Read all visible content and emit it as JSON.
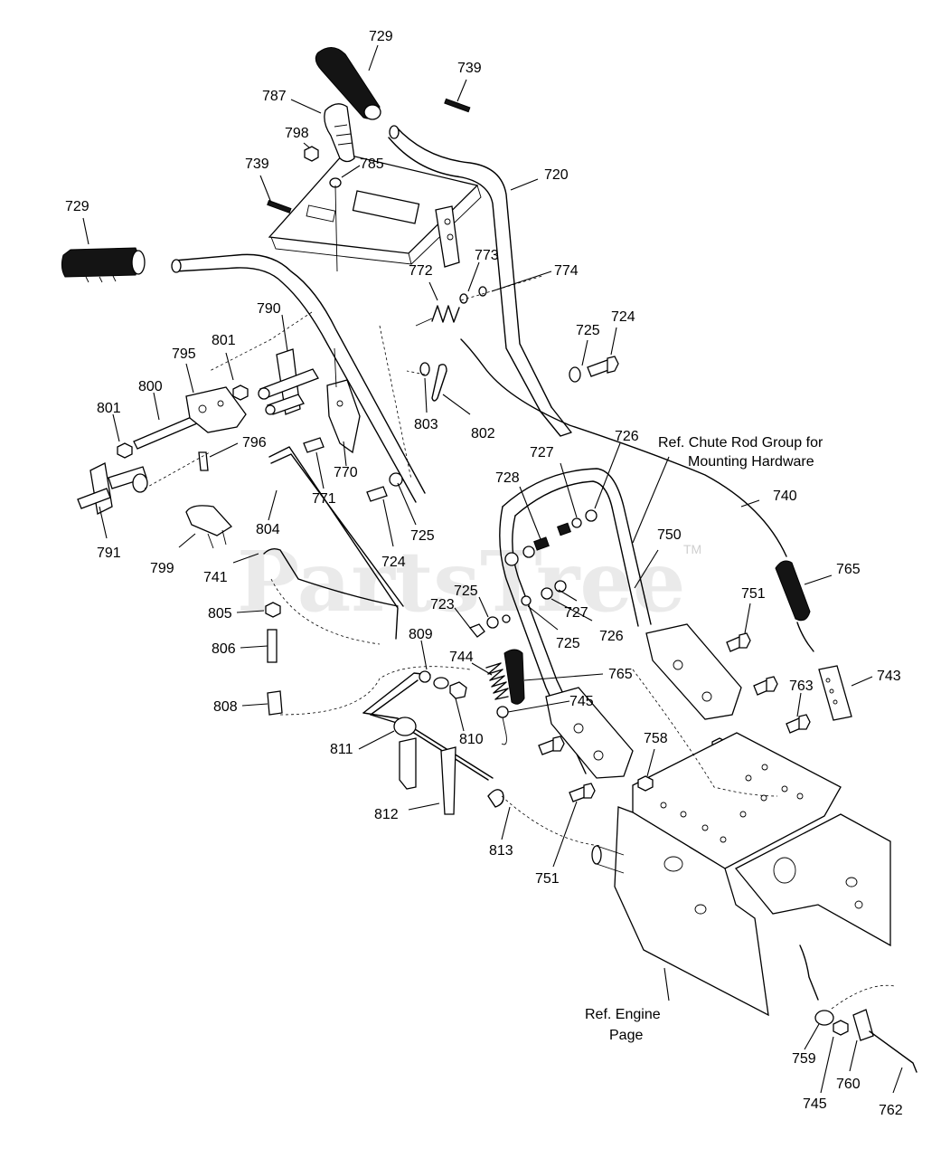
{
  "watermark": {
    "text": "PartsTree",
    "trademark": "TM"
  },
  "references": {
    "chute_rod_line1": "Ref.  Chute Rod Group for",
    "chute_rod_line2": "Mounting Hardware",
    "engine_line1": "Ref. Engine",
    "engine_line2": "Page"
  },
  "callouts": [
    "729",
    "739",
    "787",
    "798",
    "785",
    "739",
    "720",
    "729",
    "773",
    "772",
    "774",
    "790",
    "795",
    "801",
    "725",
    "724",
    "800",
    "801",
    "803",
    "802",
    "796",
    "726",
    "727",
    "770",
    "728",
    "771",
    "791",
    "799",
    "804",
    "725",
    "724",
    "740",
    "750",
    "741",
    "765",
    "725",
    "723",
    "727",
    "751",
    "726",
    "725",
    "805",
    "806",
    "809",
    "744",
    "765",
    "743",
    "763",
    "745",
    "808",
    "810",
    "811",
    "758",
    "812",
    "813",
    "751",
    "759",
    "760",
    "745",
    "762"
  ]
}
